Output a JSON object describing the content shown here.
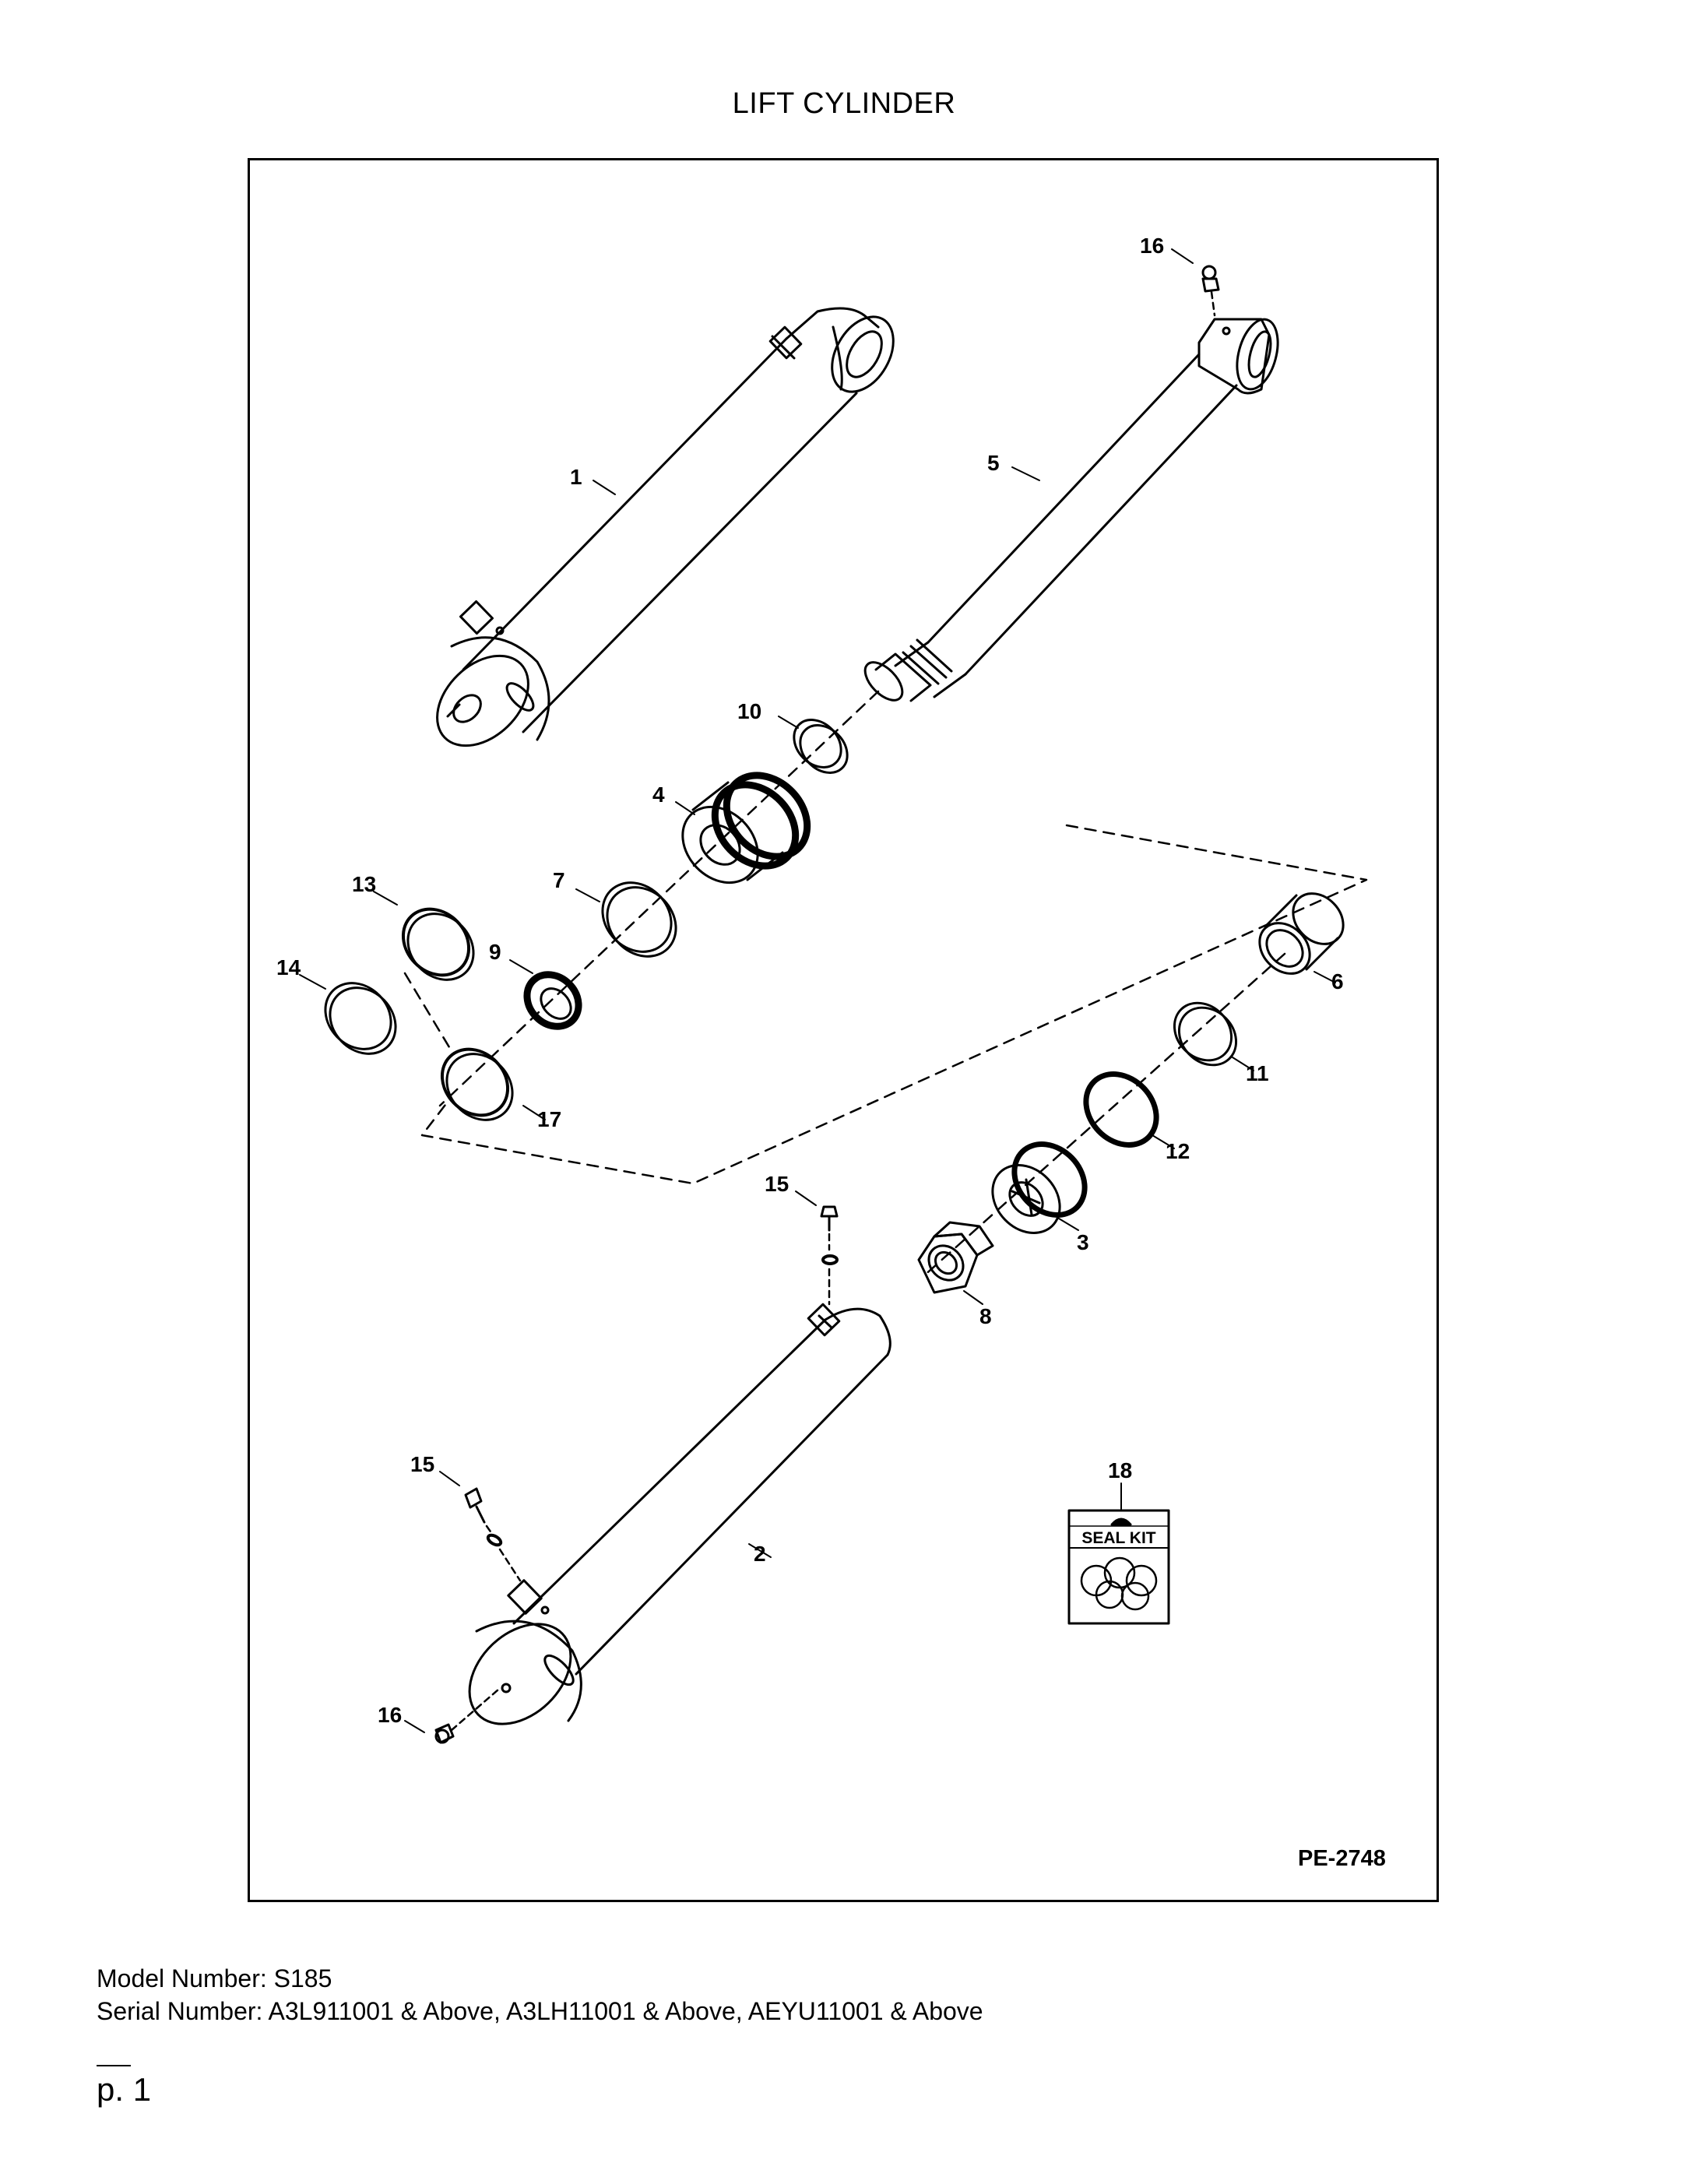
{
  "title": "LIFT CYLINDER",
  "diagram": {
    "reference": "PE-2748",
    "seal_kit_label": "SEAL KIT",
    "callouts": [
      "1",
      "2",
      "3",
      "4",
      "5",
      "6",
      "7",
      "8",
      "9",
      "10",
      "11",
      "12",
      "13",
      "14",
      "15",
      "15",
      "16",
      "16",
      "17",
      "18"
    ]
  },
  "footer": {
    "model": "Model Number: S185",
    "serial": "Serial Number: A3L911001 & Above, A3LH11001 & Above, AEYU11001 & Above"
  },
  "page_number": "p. 1"
}
